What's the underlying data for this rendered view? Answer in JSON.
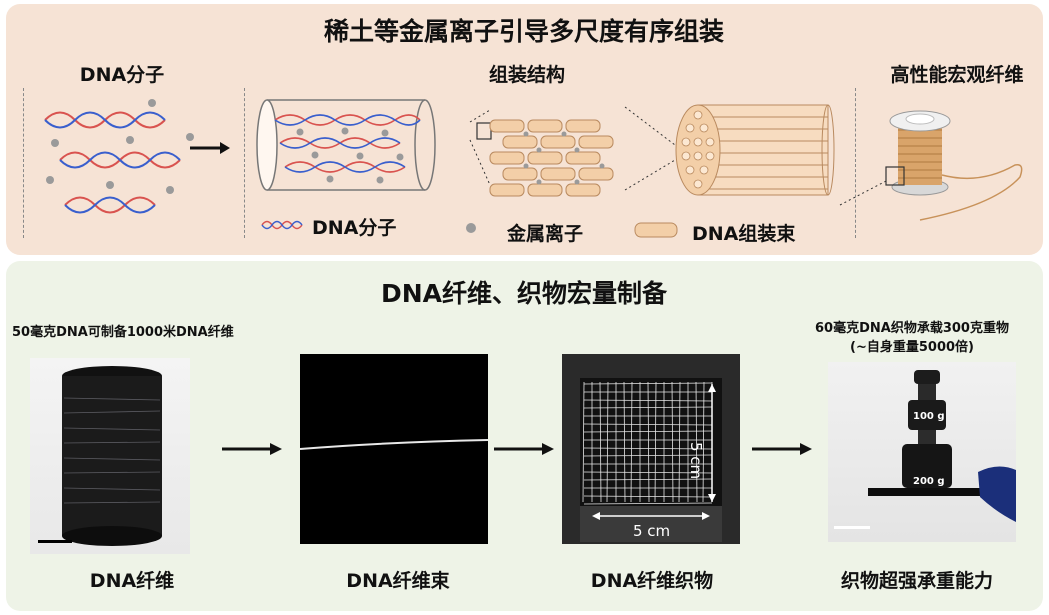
{
  "top": {
    "title": "稀土等金属离子引导多尺度有序组装",
    "col1": "DNA分子",
    "col2": "组装结构",
    "col3": "高性能宏观纤维",
    "legend_dna": "DNA分子",
    "legend_metal": "金属离子",
    "legend_bundle": "DNA组装束"
  },
  "bottom": {
    "title": "DNA纤维、织物宏量制备",
    "note_left": "50毫克DNA可制备1000米DNA纤维",
    "note_right_1": "60毫克DNA织物承载300克重物",
    "note_right_2": "(~自身重量5000倍)",
    "weight_top": "100 g",
    "weight_bottom": "200 g",
    "dim_vertical": "5 cm",
    "dim_horizontal": "5 cm",
    "caption1": "DNA纤维",
    "caption2": "DNA纤维束",
    "caption3": "DNA纤维织物",
    "caption4": "织物超强承重能力"
  },
  "colors": {
    "top_panel_bg": "#f6e3d5",
    "bottom_panel_bg": "#eef3e7",
    "dna_strand_red": "#d9534f",
    "dna_strand_blue": "#3a5fcd",
    "bundle_fill": "#f3cfa8",
    "metal_ion": "#9a9a9a"
  }
}
